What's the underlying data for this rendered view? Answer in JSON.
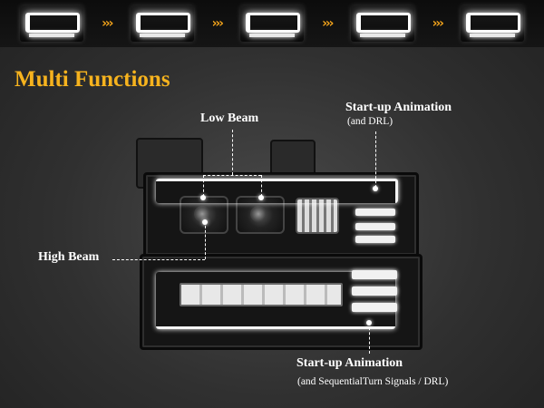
{
  "header": {
    "title": "Multi Functions"
  },
  "strip": {
    "chevron": "›››"
  },
  "labels": {
    "low_beam": "Low Beam",
    "high_beam": "High Beam",
    "startup_top_title": "Start-up Animation",
    "startup_top_sub": "(and DRL)",
    "startup_bottom_title": "Start-up Animation",
    "startup_bottom_sub": "(and SequentialTurn Signals / DRL)"
  },
  "colors": {
    "accent": "#f6b31e",
    "chevron": "#f2a31b",
    "background": "#303030"
  }
}
